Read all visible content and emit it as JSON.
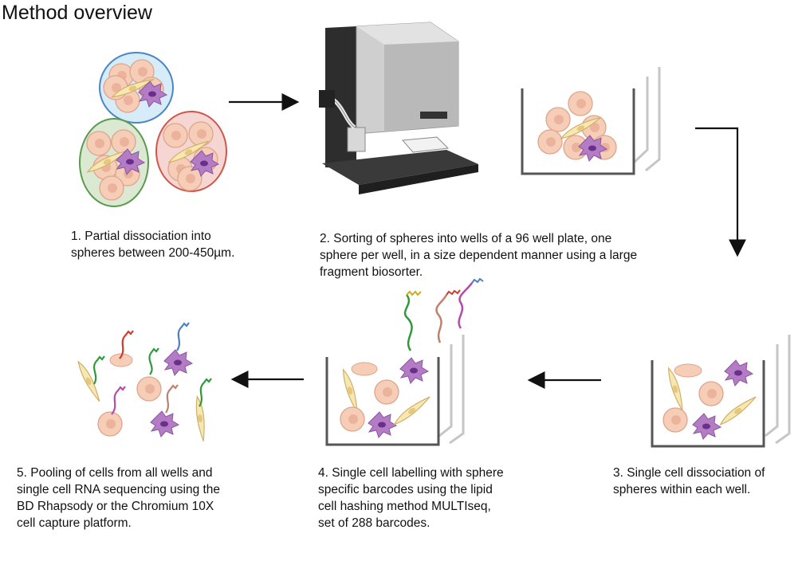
{
  "title": "Method overview",
  "steps": [
    {
      "lines": [
        "1. Partial dissociation into",
        "spheres between 200-450µm."
      ]
    },
    {
      "lines": [
        "2. Sorting of spheres into wells of a 96 well plate, one",
        "sphere per well, in a size dependent manner using a large",
        "fragment biosorter."
      ]
    },
    {
      "lines": [
        "3. Single cell dissociation of",
        "spheres within each well."
      ]
    },
    {
      "lines": [
        "4. Single cell labelling with sphere",
        "specific barcodes using the lipid",
        "cell hashing method MULTIseq,",
        "set of 288 barcodes."
      ]
    },
    {
      "lines": [
        "5. Pooling of cells from all wells and",
        "single cell RNA sequencing using the",
        "BD Rhapsody or the Chromium 10X",
        "cell capture platform."
      ]
    }
  ],
  "colors": {
    "sphere_blue": "#d6ecf8",
    "sphere_green": "#dbe8d2",
    "sphere_red": "#f6d6d2",
    "cell": "#f6cdb6",
    "spindle": "#f7e7b0",
    "immune": "#b47cc4",
    "barcode_colors": [
      "#2e9a3a",
      "#c8ad20",
      "#cf3a2c",
      "#4a7fc8",
      "#b64aa8"
    ]
  }
}
